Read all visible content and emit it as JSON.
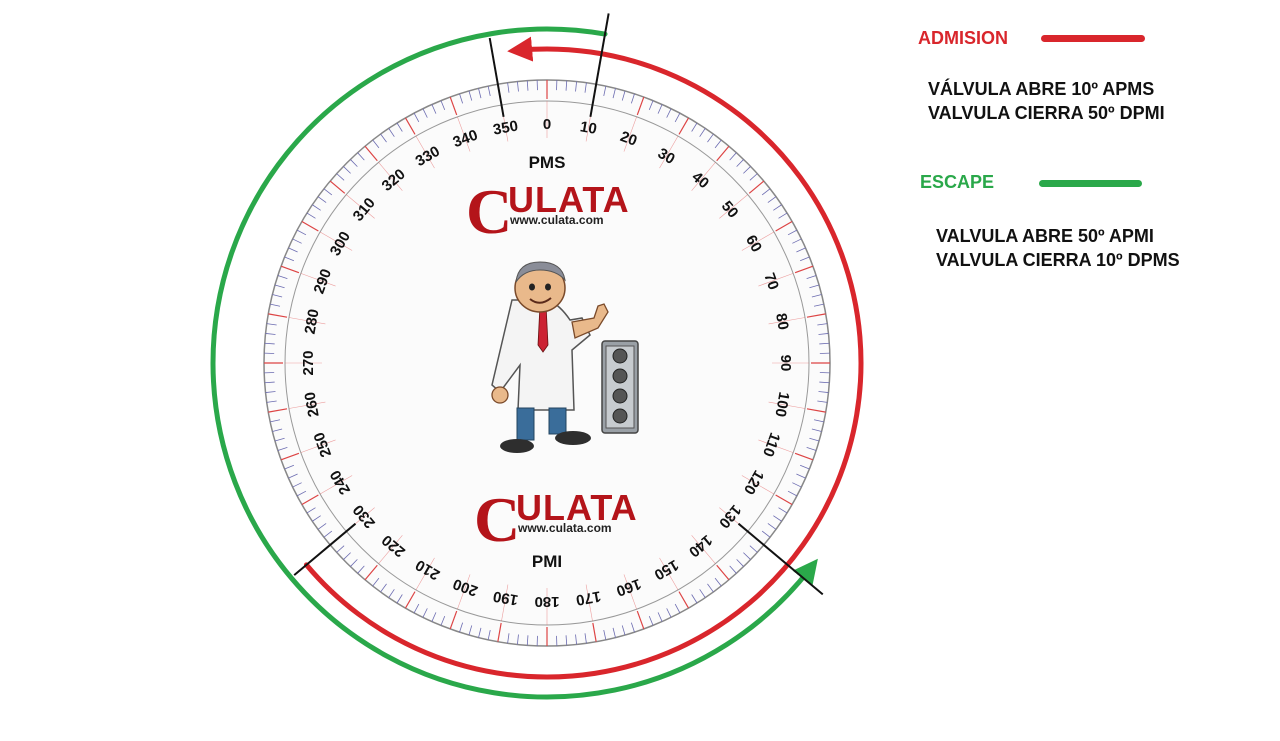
{
  "colors": {
    "admision": "#d9262c",
    "escape": "#2aa84a",
    "logo": "#b4141a",
    "tick_major": "#d44",
    "tick_minor": "#6b6bb0"
  },
  "dial": {
    "top_label": "PMS",
    "bottom_label": "PMI",
    "tick_labels": [
      "0",
      "10",
      "20",
      "30",
      "40",
      "50",
      "60",
      "70",
      "80",
      "90",
      "100",
      "110",
      "120",
      "130",
      "140",
      "150",
      "160",
      "170",
      "180",
      "190",
      "200",
      "210",
      "220",
      "230",
      "240",
      "250",
      "260",
      "270",
      "280",
      "290",
      "300",
      "310",
      "320",
      "330",
      "340",
      "350"
    ]
  },
  "logo": {
    "letter": "C",
    "rest": "ULATA",
    "url": "www.culata.com"
  },
  "admision": {
    "title": "ADMISION",
    "lines": [
      "VÁLVULA ABRE 10º APMS",
      "VALVULA CIERRA 50º DPMI"
    ],
    "start_deg": 10,
    "end_deg": 230
  },
  "escape": {
    "title": "ESCAPE",
    "lines": [
      "VALVULA ABRE 50º APMI",
      "VALVULA CIERRA 10º DPMS"
    ],
    "start_deg": 130,
    "end_deg": 350
  },
  "icons": {
    "mascot": "doctor-mascot-icon",
    "part": "cylinder-head-icon"
  }
}
